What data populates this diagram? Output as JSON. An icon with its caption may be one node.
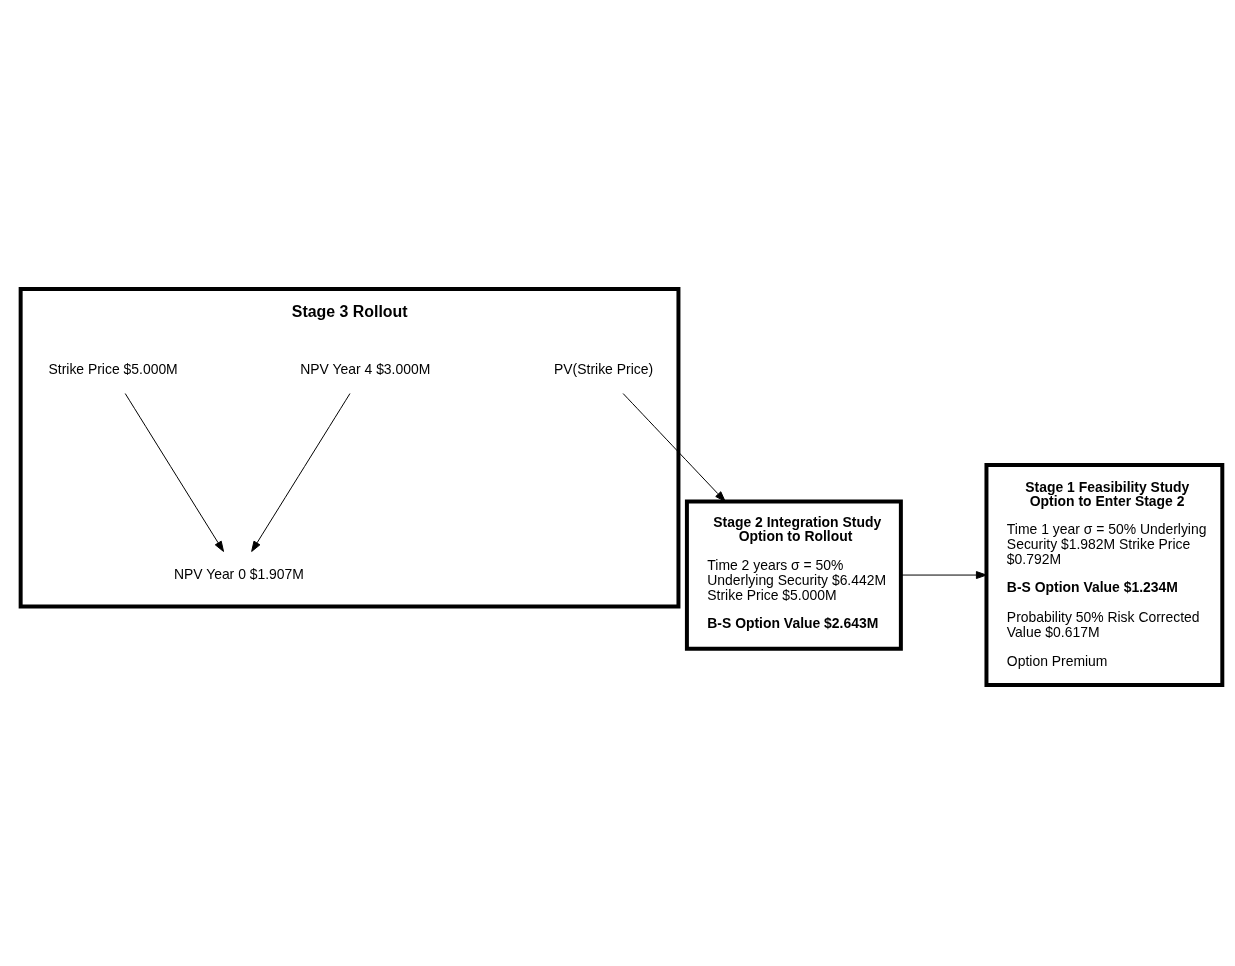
{
  "diagram": {
    "nodes": [
      {
        "text": [
          "Stage 3 Rollout"
        ]
      },
      {
        "text": [
          "NPV Year 4 $3.000M"
        ],
        "in": 0
      },
      {
        "text": [
          "Strike Price $5.000M"
        ],
        "in": 0
      },
      {
        "text": [
          "NPV Year 0 $1.907M"
        ],
        "in": 0
      },
      {
        "text": [
          "PV(Strike Price)"
        ],
        "in": 0
      },
      {
        "text": [
          "Stage 1 Feasibility Study Option to Enter Stage 2",
          "Time 1 year σ = 50% Underlying Security $1.982M Strike Price $0.792M",
          "B-S Option Value $1.234M",
          "Probability 50% Risk Corrected Value $0.617M",
          "Option Premium"
        ]
      },
      {
        "text": [
          "Stage 2 Integration Study Option to Rollout",
          "Time 2 years σ = 50% Underlying Security $6.442M Strike Price $5.000M",
          "B-S Option Value $2.643M"
        ]
      }
    ],
    "edges": [
      {
        "from": 1,
        "to": 3,
        "arrow": "to"
      },
      {
        "from": 2,
        "to": 3,
        "arrow": "to"
      },
      {
        "from": 4,
        "to": 6,
        "arrow": "to"
      },
      {
        "from": 6,
        "to": 5,
        "arrow": "to"
      }
    ]
  }
}
